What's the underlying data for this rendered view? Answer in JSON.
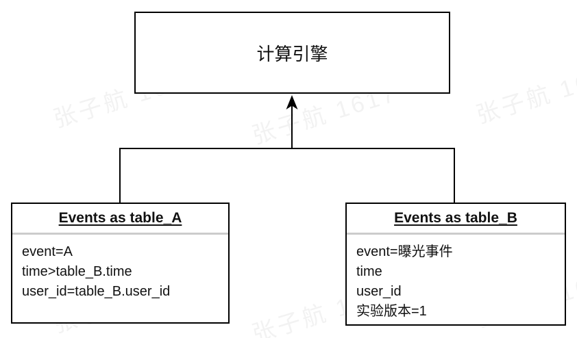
{
  "diagram": {
    "engine": {
      "label": "计算引擎"
    },
    "table_a": {
      "title": "Events as table_A",
      "rows": [
        "event=A",
        "time>table_B.time",
        "user_id=table_B.user_id"
      ]
    },
    "table_b": {
      "title": "Events as table_B",
      "rows": [
        "event=曝光事件",
        "time",
        "user_id",
        "实验版本=1"
      ]
    },
    "watermark": "张子航 1617",
    "colors": {
      "box_border": "#000000",
      "header_divider": "#cccccc",
      "text": "#111111",
      "connector": "#000000",
      "watermark": "rgba(0,0,0,0.05)",
      "background": "#ffffff"
    }
  }
}
